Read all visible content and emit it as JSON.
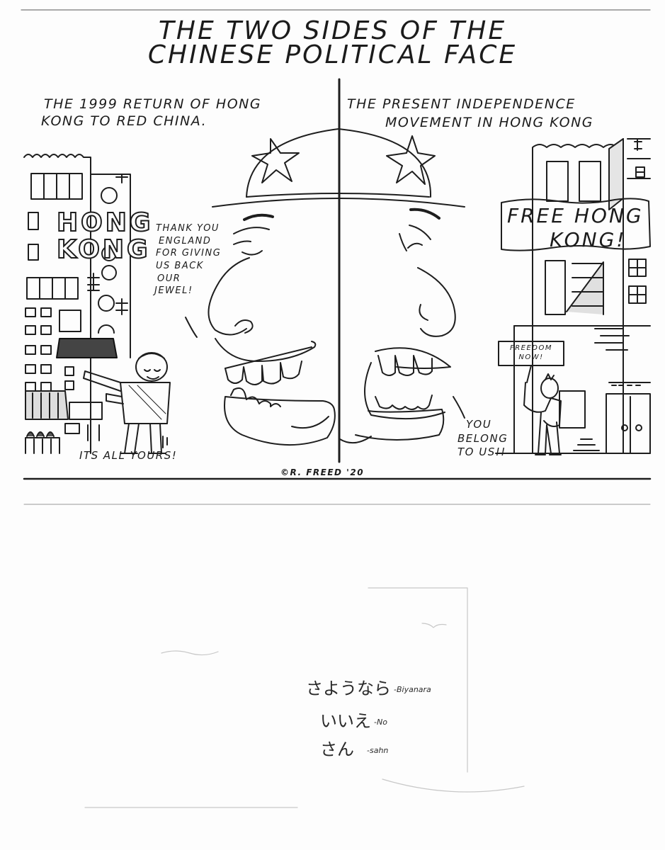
{
  "cartoon": {
    "title_line1": "THE TWO SIDES OF THE",
    "title_line2": "CHINESE POLITICAL FACE",
    "left_caption_line1": "THE 1999 RETURN OF HONG",
    "left_caption_line2": "KONG TO RED CHINA.",
    "right_caption_line1": "THE PRESENT INDEPENDENCE",
    "right_caption_line2": "MOVEMENT IN HONG KONG",
    "sign_hong": "HONG",
    "sign_kong": "KONG",
    "thank_you_lines": [
      "THANK YOU",
      "ENGLAND",
      "FOR GIVING",
      "US BACK",
      "OUR",
      "JEWEL!"
    ],
    "its_all_yours": "ITS ALL YOURS!",
    "banner_line1": "FREE HONG",
    "banner_line2": "KONG!",
    "placard_line1": "FREEDOM",
    "placard_line2": "NOW!",
    "you_belong_lines": [
      "YOU",
      "BELONG",
      "TO US!!"
    ],
    "signature": "©R. FREED '20"
  },
  "notes": [
    {
      "japanese": "さようなら",
      "gloss": "-Biyanara"
    },
    {
      "japanese": "いいえ",
      "gloss": "-No"
    },
    {
      "japanese": "さん",
      "gloss": "-sahn"
    }
  ]
}
